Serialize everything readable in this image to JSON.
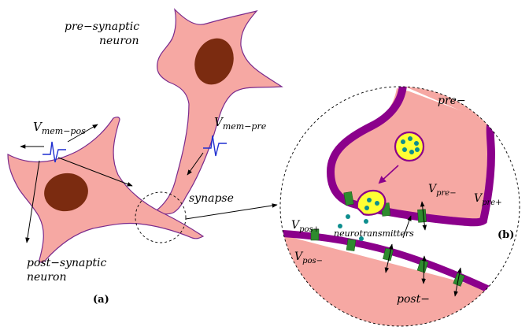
{
  "labels": {
    "pre_synaptic_1": "pre−synaptic",
    "pre_synaptic_2": "neuron",
    "post_synaptic_1": "post−synaptic",
    "post_synaptic_2": "neuron",
    "v_mem": "V",
    "v_mem_pos_sub": "mem−pos",
    "v_mem_pre_sub": "mem−pre",
    "synapse": "synapse",
    "panel_a": "(a)",
    "panel_b": "(b)",
    "pre_minus": "pre−",
    "post_minus": "post−",
    "v_pre_minus_sub": "pre−",
    "v_pre_plus_sub": "pre+",
    "v_pos_plus_sub": "pos+",
    "v_pos_minus_sub": "pos−",
    "neurotransmitters": "neurotransmitters"
  },
  "colors": {
    "cell_fill": "#f6a8a3",
    "cell_outline": "#7a2a8c",
    "nucleus": "#7b2b10",
    "membrane": "#8b008b",
    "channel": "#2e8b2e",
    "vesicle_fill": "#ffff33",
    "molecule": "#0e8e8e",
    "spike": "#1f2fd0"
  }
}
